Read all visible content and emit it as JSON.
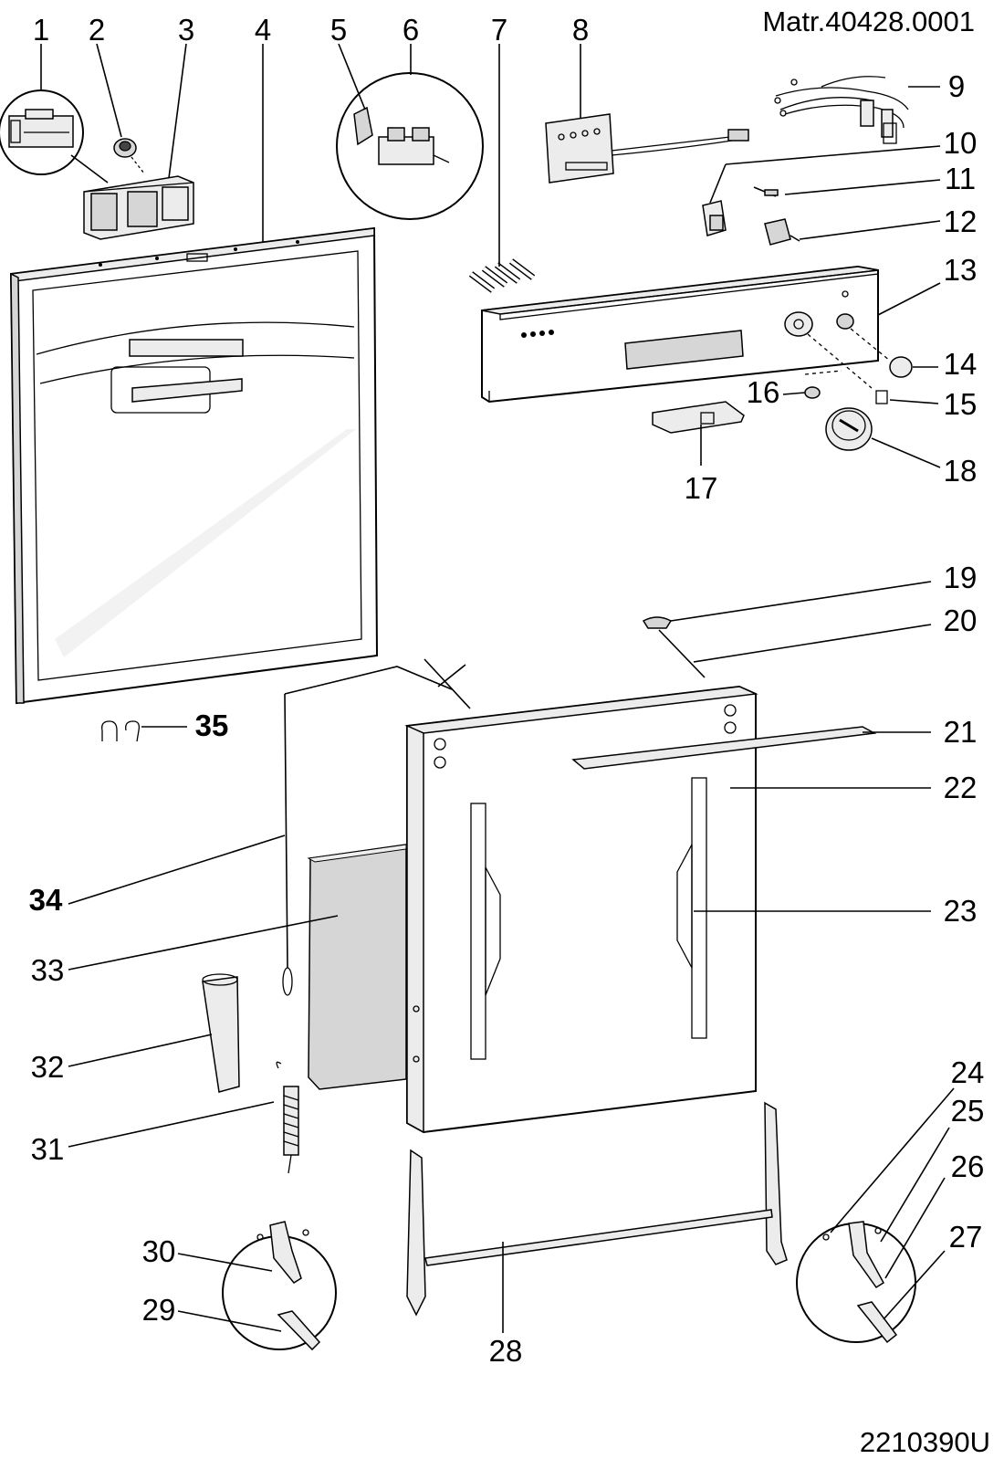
{
  "header": {
    "material_code": "Matr.40428.0001",
    "drawing_code": "2210390U"
  },
  "callouts": [
    "1",
    "2",
    "3",
    "4",
    "5",
    "6",
    "7",
    "8",
    "9",
    "10",
    "11",
    "12",
    "13",
    "14",
    "15",
    "16",
    "17",
    "18",
    "19",
    "20",
    "21",
    "22",
    "23",
    "24",
    "25",
    "26",
    "27",
    "28",
    "29",
    "30",
    "31",
    "32",
    "33",
    "34",
    "35"
  ],
  "bold_callouts": [
    "34",
    "35"
  ]
}
